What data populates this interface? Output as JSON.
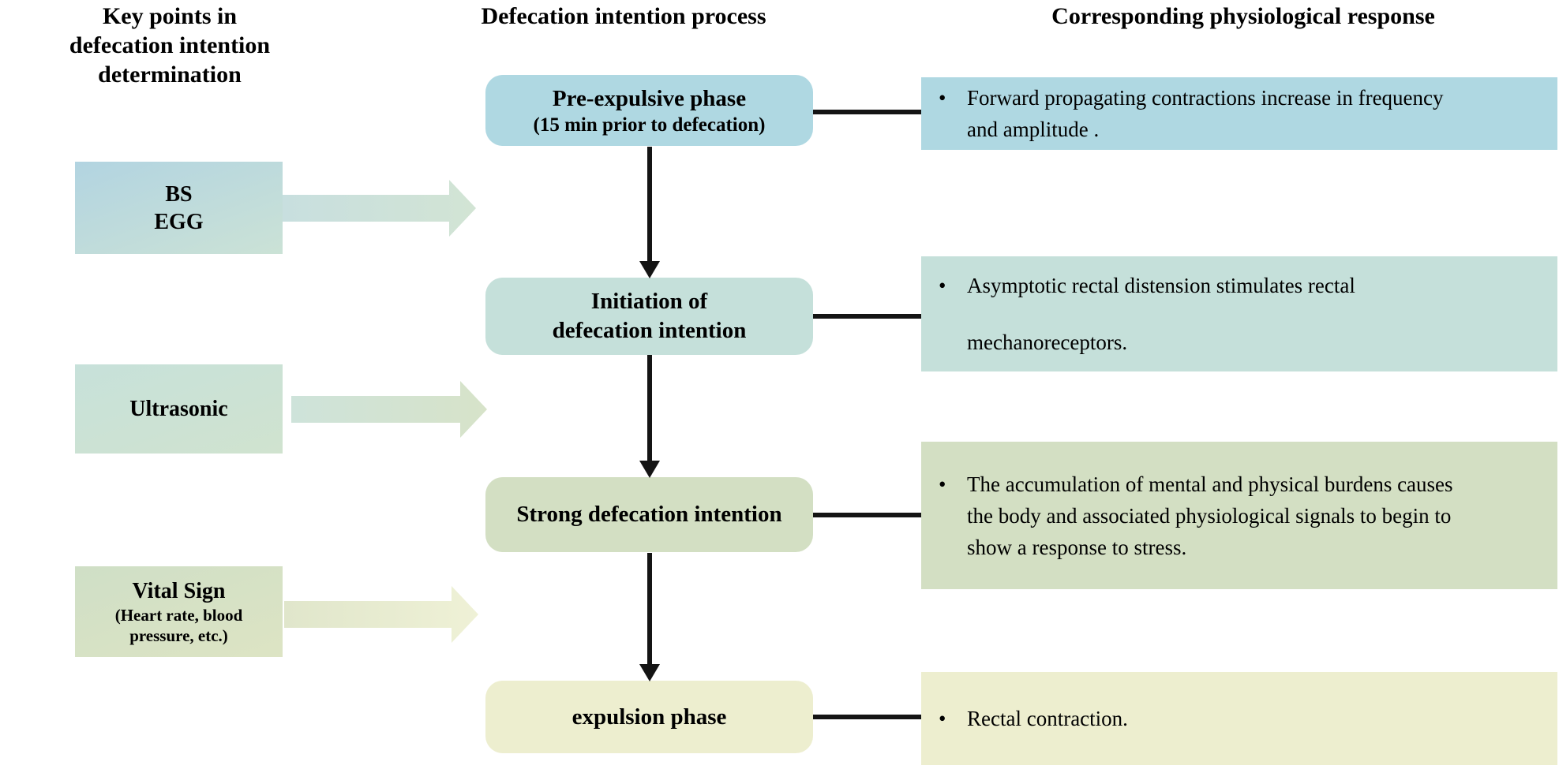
{
  "headers": {
    "left": "Key points in\ndefecation intention determination",
    "middle": "Defecation intention process",
    "right": "Corresponding physiological response"
  },
  "key_points": [
    {
      "label": "BS\nEGG"
    },
    {
      "label": "Ultrasonic"
    },
    {
      "label": "Vital Sign",
      "sub": "(Heart rate, blood\npressure, etc.)"
    }
  ],
  "process_steps": [
    {
      "title": "Pre-expulsive phase",
      "subtitle": "(15 min prior to defecation)"
    },
    {
      "title": "Initiation of\ndefecation intention"
    },
    {
      "title": "Strong defecation intention"
    },
    {
      "title": "expulsion phase"
    }
  ],
  "responses": [
    {
      "bullet": "•",
      "text": "Forward propagating contractions increase in frequency\nand amplitude ."
    },
    {
      "bullet": "•",
      "text": "Asymptotic rectal distension stimulates rectal\nmechanoreceptors."
    },
    {
      "bullet": "•",
      "text": "The accumulation of mental and physical burdens causes\nthe body and associated physiological signals to begin to\nshow a response to stress."
    },
    {
      "bullet": "•",
      "text": "Rectal contraction."
    }
  ],
  "colors": {
    "row1": "#afd8e2",
    "row2": "#c5e0da",
    "row3": "#d3dfc3",
    "row4": "#edeecf",
    "kp1a": "#b2d4e1",
    "kp1b": "#cbe2d6",
    "kp2a": "#c7e1da",
    "kp2b": "#d0e3cf",
    "kp3a": "#cfdfc6",
    "kp3b": "#dde4c4",
    "ar1a": "#c8dfdf",
    "ar1b": "#d2e4d4",
    "ar2a": "#cee3da",
    "ar2b": "#d7e3c9",
    "ar3a": "#e0e6cb",
    "ar3b": "#eff1d6",
    "line": "#141414"
  }
}
